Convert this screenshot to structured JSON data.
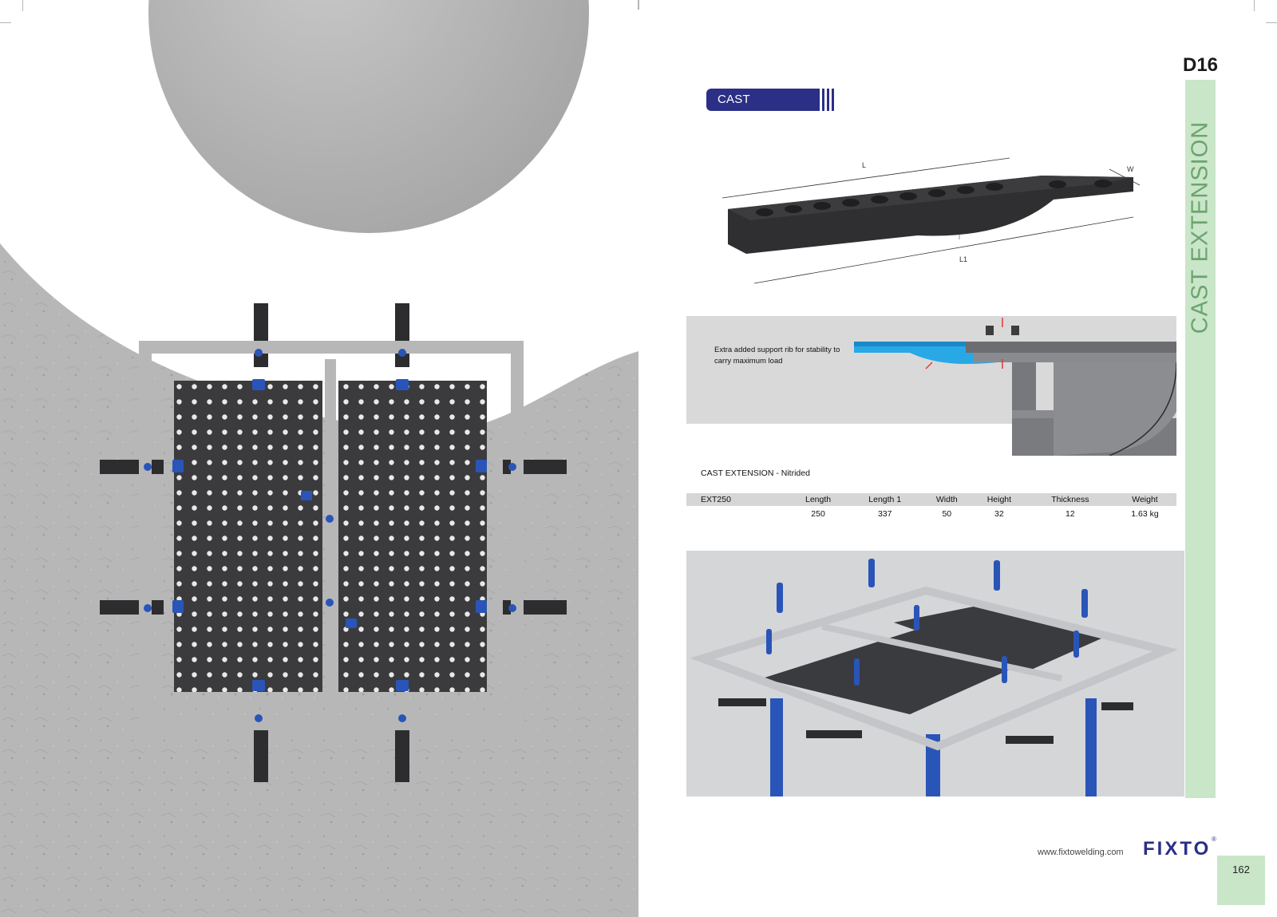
{
  "section_badge": "CAST EXTENSION",
  "code": "D16",
  "side_tab": "CAST EXTENSION",
  "diagram_labels": {
    "length": "L",
    "length1": "L1",
    "width": "W",
    "height": "H"
  },
  "rib_note": "Extra added support rib for stability to carry maximum load",
  "table": {
    "title": "CAST EXTENSION - Nitrided",
    "headers": [
      "EXT250",
      "Length",
      "Length 1",
      "Width",
      "Height",
      "Thickness",
      "Weight"
    ],
    "rows": [
      [
        "",
        "250",
        "337",
        "50",
        "32",
        "12",
        "1.63 kg"
      ]
    ]
  },
  "footer": {
    "website": "www.fixtowelding.com",
    "brand": "FIXTO",
    "registered": "®",
    "page_number": "162"
  },
  "colors": {
    "navy": "#2b2f86",
    "mint": "#c9e6c8",
    "mint_text": "#6da36f",
    "clamp_blue": "#2a55b8",
    "highlight_blue": "#1fa4e8"
  }
}
